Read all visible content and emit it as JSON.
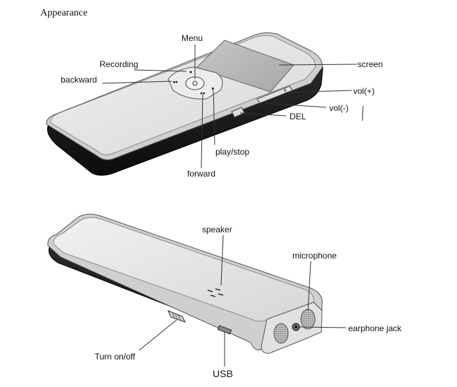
{
  "page": {
    "title": "Appearance"
  },
  "front_view": {
    "labels": {
      "menu": "Menu",
      "recording": "Recording",
      "backward": "backward",
      "screen": "screen",
      "vol_plus": "vol(+)",
      "vol_minus": "vol(-)",
      "del": "DEL",
      "play_stop": "play/stop",
      "forward": "forward"
    }
  },
  "back_view": {
    "labels": {
      "speaker": "speaker",
      "microphone": "microphone",
      "earphone_jack": "earphone jack",
      "turn_on_off": "Turn on/off",
      "usb": "USB"
    }
  },
  "colors": {
    "body_top": "#e6e6e6",
    "body_side": "#1a1a1a",
    "screen": "#b9b9b9",
    "outline": "#555555",
    "leader_line": "#333333"
  }
}
